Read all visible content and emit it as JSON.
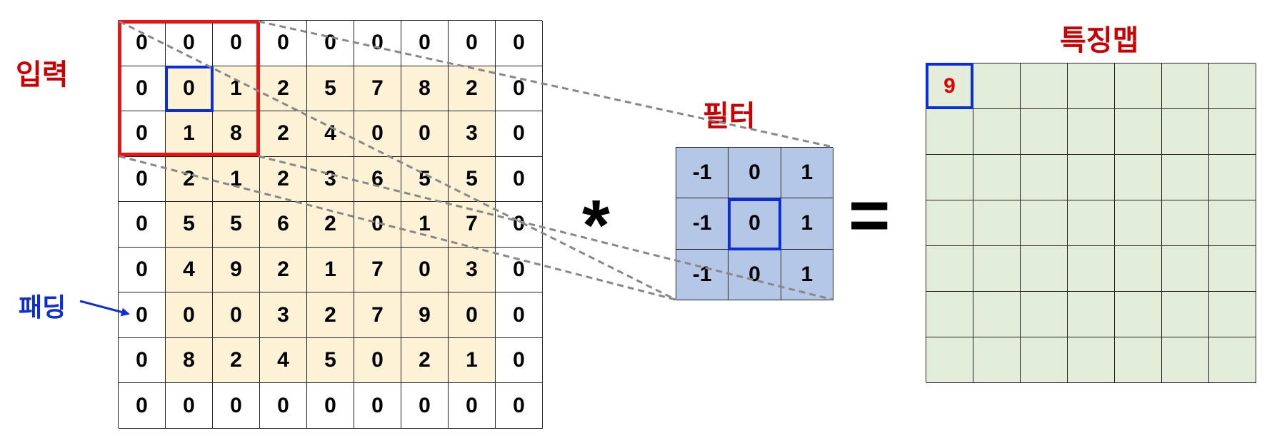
{
  "labels": {
    "input": "입력",
    "filter": "필터",
    "feature_map": "특징맵",
    "padding": "패딩",
    "operator_conv": "*",
    "operator_equals": "="
  },
  "input_matrix": [
    [
      "0",
      "0",
      "0",
      "0",
      "0",
      "0",
      "0",
      "0",
      "0"
    ],
    [
      "0",
      "0",
      "1",
      "2",
      "5",
      "7",
      "8",
      "2",
      "0"
    ],
    [
      "0",
      "1",
      "8",
      "2",
      "4",
      "0",
      "0",
      "3",
      "0"
    ],
    [
      "0",
      "2",
      "1",
      "2",
      "3",
      "6",
      "5",
      "5",
      "0"
    ],
    [
      "0",
      "5",
      "5",
      "6",
      "2",
      "0",
      "1",
      "7",
      "0"
    ],
    [
      "0",
      "4",
      "9",
      "2",
      "1",
      "7",
      "0",
      "3",
      "0"
    ],
    [
      "0",
      "0",
      "0",
      "3",
      "2",
      "7",
      "9",
      "0",
      "0"
    ],
    [
      "0",
      "8",
      "2",
      "4",
      "5",
      "0",
      "2",
      "1",
      "0"
    ],
    [
      "0",
      "0",
      "0",
      "0",
      "0",
      "0",
      "0",
      "0",
      "0"
    ]
  ],
  "filter_matrix": [
    [
      "-1",
      "0",
      "1"
    ],
    [
      "-1",
      "0",
      "1"
    ],
    [
      "-1",
      "0",
      "1"
    ]
  ],
  "feature_map_matrix": [
    [
      "9",
      "",
      "",
      "",
      "",
      "",
      ""
    ],
    [
      "",
      "",
      "",
      "",
      "",
      "",
      ""
    ],
    [
      "",
      "",
      "",
      "",
      "",
      "",
      ""
    ],
    [
      "",
      "",
      "",
      "",
      "",
      "",
      ""
    ],
    [
      "",
      "",
      "",
      "",
      "",
      "",
      ""
    ],
    [
      "",
      "",
      "",
      "",
      "",
      "",
      ""
    ],
    [
      "",
      "",
      "",
      "",
      "",
      "",
      ""
    ]
  ],
  "colors": {
    "label_red": "#cc0000",
    "label_blue": "#0b2ed8",
    "window_red": "#ee1111",
    "center_blue": "#0b2ed8",
    "input_fill": "#fdf2d6",
    "filter_fill": "#b4c7e7",
    "feature_fill": "#e2eed9",
    "feature_value": "#e00000",
    "dashed_line": "#888888"
  }
}
